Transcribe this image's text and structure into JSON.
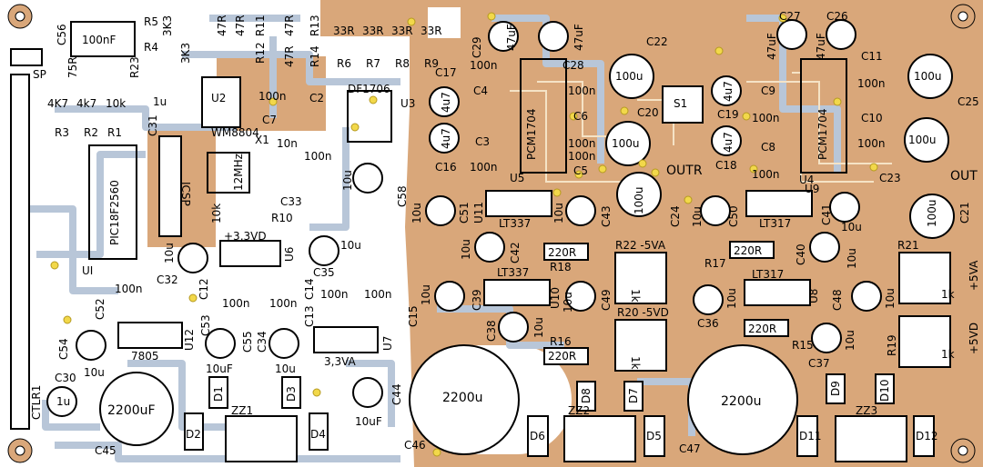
{
  "board": {
    "colors": {
      "copper": "#d9a77a",
      "trace": "#b8c6d8",
      "silk": "#000000",
      "bg": "#ffffff",
      "pad": "#ffffff",
      "via": "#f2d84a"
    }
  },
  "labels": {
    "c56": "C56",
    "c56_val": "100nF",
    "sp": "SP",
    "r5": "R5",
    "r4": "R4",
    "r5_val": "3K3",
    "r4_val": "3K3",
    "r11": "R11",
    "r12": "R12",
    "r13": "R13",
    "r14": "R14",
    "r11_val": "47R",
    "r12_val": "47R",
    "r13_val": "47R",
    "r14_val": "47R",
    "r6_val": "33R",
    "r7_val": "33R",
    "r8_val": "33R",
    "r9_val": "33R",
    "r6": "R6",
    "r7": "R7",
    "r8": "R8",
    "r9": "R9",
    "c29": "C29",
    "c29_val": "47uF",
    "c27": "C27",
    "c27_val": "47uF",
    "c26": "C26",
    "c26_val": "47uF",
    "c_unk_val": "47uF",
    "c22": "C22",
    "c22_val": "100u",
    "c25": "C25",
    "c25_val": "100u",
    "r23": "R23",
    "r23_val": "75R",
    "r3": "R3",
    "r3_val": "4K7",
    "r2": "R2",
    "r2_val": "4k7",
    "r1": "R1",
    "r1_val": "10k",
    "u2": "U2",
    "c31": "C31",
    "c31_val": "1u",
    "wm": "WM8804",
    "x1": "X1",
    "xtal": "12MHz",
    "c7": "C7",
    "c7_val": "100n",
    "c2": "C2",
    "c2_val": "100n",
    "c_10n": "10n",
    "df1706": "DF1706",
    "u3": "U3",
    "c17": "C17",
    "c17_val": "4u7",
    "c16": "C16",
    "c16_val": "4u7",
    "c4": "C4",
    "c3": "C3",
    "c4_val": "100n",
    "c3_val": "100n",
    "c28": "C28",
    "c28_val": "100n",
    "c6": "C6",
    "c6_val": "100n",
    "c20": "C20",
    "c20_val": "100u",
    "c5": "C5",
    "c5_val": "100n",
    "pcm1": "PCM1704",
    "pcm2": "PCM1704",
    "u5": "U5",
    "u4": "U4",
    "s1": "S1",
    "c19": "C19",
    "c19_val": "4u7",
    "c18": "C18",
    "c18_val": "4u7",
    "outr": "OUTR",
    "out": "OUT",
    "c9": "C9",
    "c9_val": "100n",
    "c8": "C8",
    "c8_val": "100n",
    "c11": "C11",
    "c11_val": "100n",
    "c10": "C10",
    "c10_val": "100n",
    "c23": "C23",
    "c23_val": "100u",
    "pic": "PIC18F2560",
    "ui": "UI",
    "icsp": "ICSP",
    "ctlr1": "CTLR1",
    "c58": "C58",
    "c58_val": "10u",
    "c33": "C33",
    "r10": "R10",
    "r10_val": "10k",
    "c51": "C51",
    "c51_val": "10u",
    "u11": "U11",
    "lt337a": "LT337",
    "c43": "C43",
    "c43_val": "10u",
    "c24": "C24",
    "c24_val": "100u",
    "c50": "C50",
    "c50_val": "10u",
    "u9": "U9",
    "lt317a": "LT317",
    "c41": "C41",
    "c41_val": "10u",
    "c21": "C21",
    "c21_val": "100u",
    "v33d": "+3,3VD",
    "u6": "U6",
    "c32": "C32",
    "c32_val": "10u",
    "c35": "C35",
    "c35_val": "10u",
    "c42": "C42",
    "c42_val": "10u",
    "r18": "R18",
    "r18_val": "220R",
    "r22": "R22 -5VA",
    "r22_val": "1k",
    "r17": "R17",
    "r17_val": "220R",
    "c40": "C40",
    "c40_val": "10u",
    "r21": "R21",
    "r21_val": "1k",
    "v5a": "+5VA",
    "c12_val": "100n",
    "c12": "C12",
    "c14": "C14",
    "c14_val": "100n",
    "c52": "C52",
    "c52_val": "100n",
    "c13": "C13",
    "c13_val": "100n",
    "c15": "C15",
    "c15_val": "100n",
    "c39": "C39",
    "c39_val": "10u",
    "lt337b": "LT337",
    "u10": "U10",
    "c49": "C49",
    "c49_val": "10u",
    "c38": "C38",
    "c38_val": "10u",
    "r20": "R20 -5VD",
    "r20_val": "1k",
    "c36": "C36",
    "c36_val": "10u",
    "lt317b": "LT317",
    "u8": "U8",
    "c48": "C48",
    "c48_val": "10u",
    "r19": "R19",
    "r19_val": "1k",
    "v5d": "+5VD",
    "r15": "R15",
    "r15_val": "220R",
    "r16": "R16",
    "r16_val": "220R",
    "c37": "C37",
    "c37_val": "10u",
    "c54": "C54",
    "c54_val": "10u",
    "ic7805": "7805",
    "u12": "U12",
    "c53": "C53",
    "c53_val": "10uF",
    "c55": "C55",
    "c34": "C34",
    "c34_val": "10u",
    "v33a": "3,3VA",
    "u7": "U7",
    "c30": "C30",
    "c30_val": "1u",
    "c45": "C45",
    "c45_val": "2200uF",
    "c44": "C44",
    "c44_val": "10uF",
    "d1": "D1",
    "d3": "D3",
    "zz1": "ZZ1",
    "d2": "D2",
    "d4": "D4",
    "c46": "C46",
    "c46_val": "2200u",
    "c47": "C47",
    "c47_val": "2200u",
    "d8": "D8",
    "d7": "D7",
    "zz2": "ZZ2",
    "d6": "D6",
    "d5": "D5",
    "d9": "D9",
    "d10": "D10",
    "zz3": "ZZ3",
    "d11": "D11",
    "d12": "D12"
  }
}
